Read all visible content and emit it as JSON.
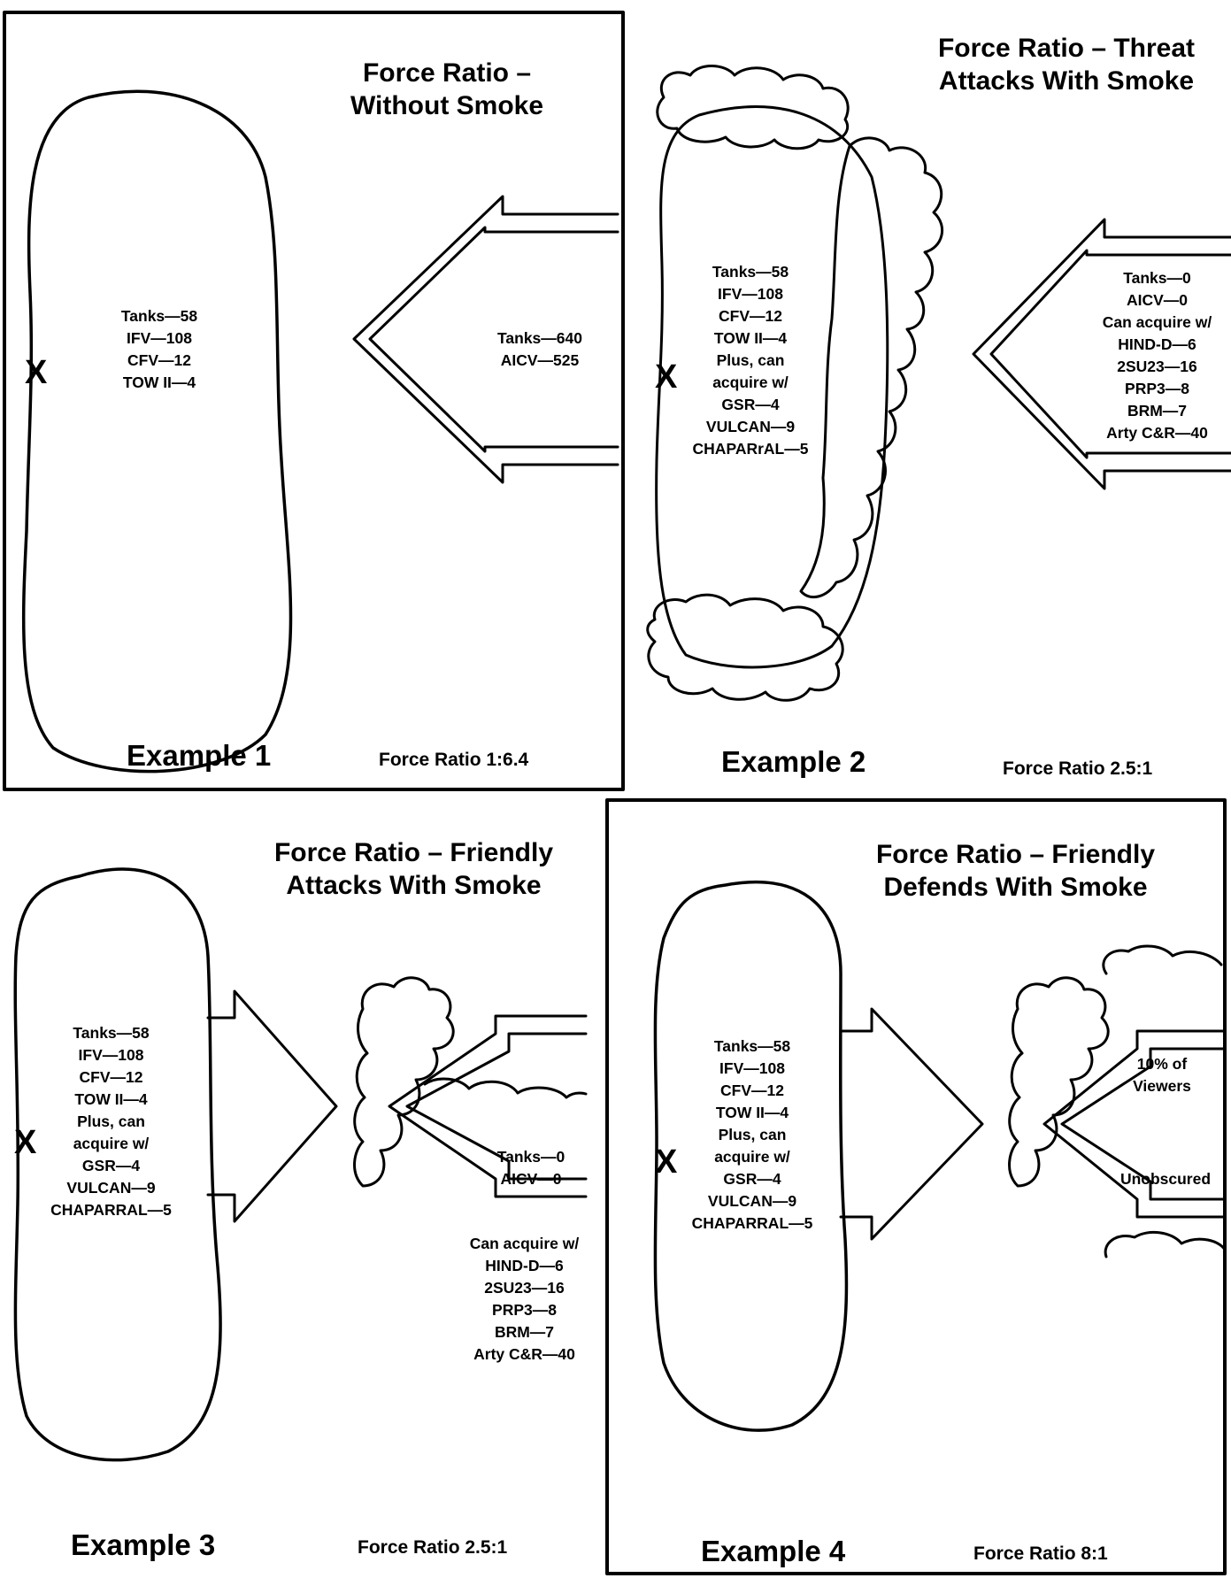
{
  "panels": [
    {
      "title_line1": "Force Ratio –",
      "title_line2": "Without Smoke",
      "example": "Example 1",
      "ratio": "Force Ratio 1:6.4",
      "x_mark": "X",
      "friendly": [
        "Tanks—58",
        "IFV—108",
        "CFV—12",
        "TOW II—4"
      ],
      "threat": [
        "Tanks—640",
        "AICV—525"
      ]
    },
    {
      "title_line1": "Force Ratio – Threat",
      "title_line2": "Attacks With Smoke",
      "example": "Example 2",
      "ratio": "Force Ratio 2.5:1",
      "x_mark": "X",
      "friendly": [
        "Tanks—58",
        "IFV—108",
        "CFV—12",
        "TOW II—4",
        "Plus, can",
        "acquire w/",
        "GSR—4",
        "VULCAN—9",
        "CHAPARrAL—5"
      ],
      "threat": [
        "Tanks—0",
        "AICV—0",
        "Can acquire w/",
        "HIND-D—6",
        "2SU23—16",
        "PRP3—8",
        "BRM—7",
        "Arty C&R—40"
      ]
    },
    {
      "title_line1": "Force Ratio – Friendly",
      "title_line2": "Attacks With Smoke",
      "example": "Example 3",
      "ratio": "Force Ratio 2.5:1",
      "x_mark": "X",
      "friendly": [
        "Tanks—58",
        "IFV—108",
        "CFV—12",
        "TOW II—4",
        "Plus, can",
        "acquire w/",
        "GSR—4",
        "VULCAN—9",
        "CHAPARRAL—5"
      ],
      "threat_inside": [
        "Tanks—0",
        "AICV—0"
      ],
      "threat_below": [
        "Can acquire w/",
        "HIND-D—6",
        "2SU23—16",
        "PRP3—8",
        "BRM—7",
        "Arty C&R—40"
      ]
    },
    {
      "title_line1": "Force Ratio – Friendly",
      "title_line2": "Defends With Smoke",
      "example": "Example 4",
      "ratio": "Force Ratio 8:1",
      "x_mark": "X",
      "friendly": [
        "Tanks—58",
        "IFV—108",
        "CFV—12",
        "TOW II—4",
        "Plus, can",
        "acquire w/",
        "GSR—4",
        "VULCAN—9",
        "CHAPARRAL—5"
      ],
      "threat_line1": "10% of",
      "threat_line2": "Viewers",
      "threat_line3": "Unobscured"
    }
  ]
}
